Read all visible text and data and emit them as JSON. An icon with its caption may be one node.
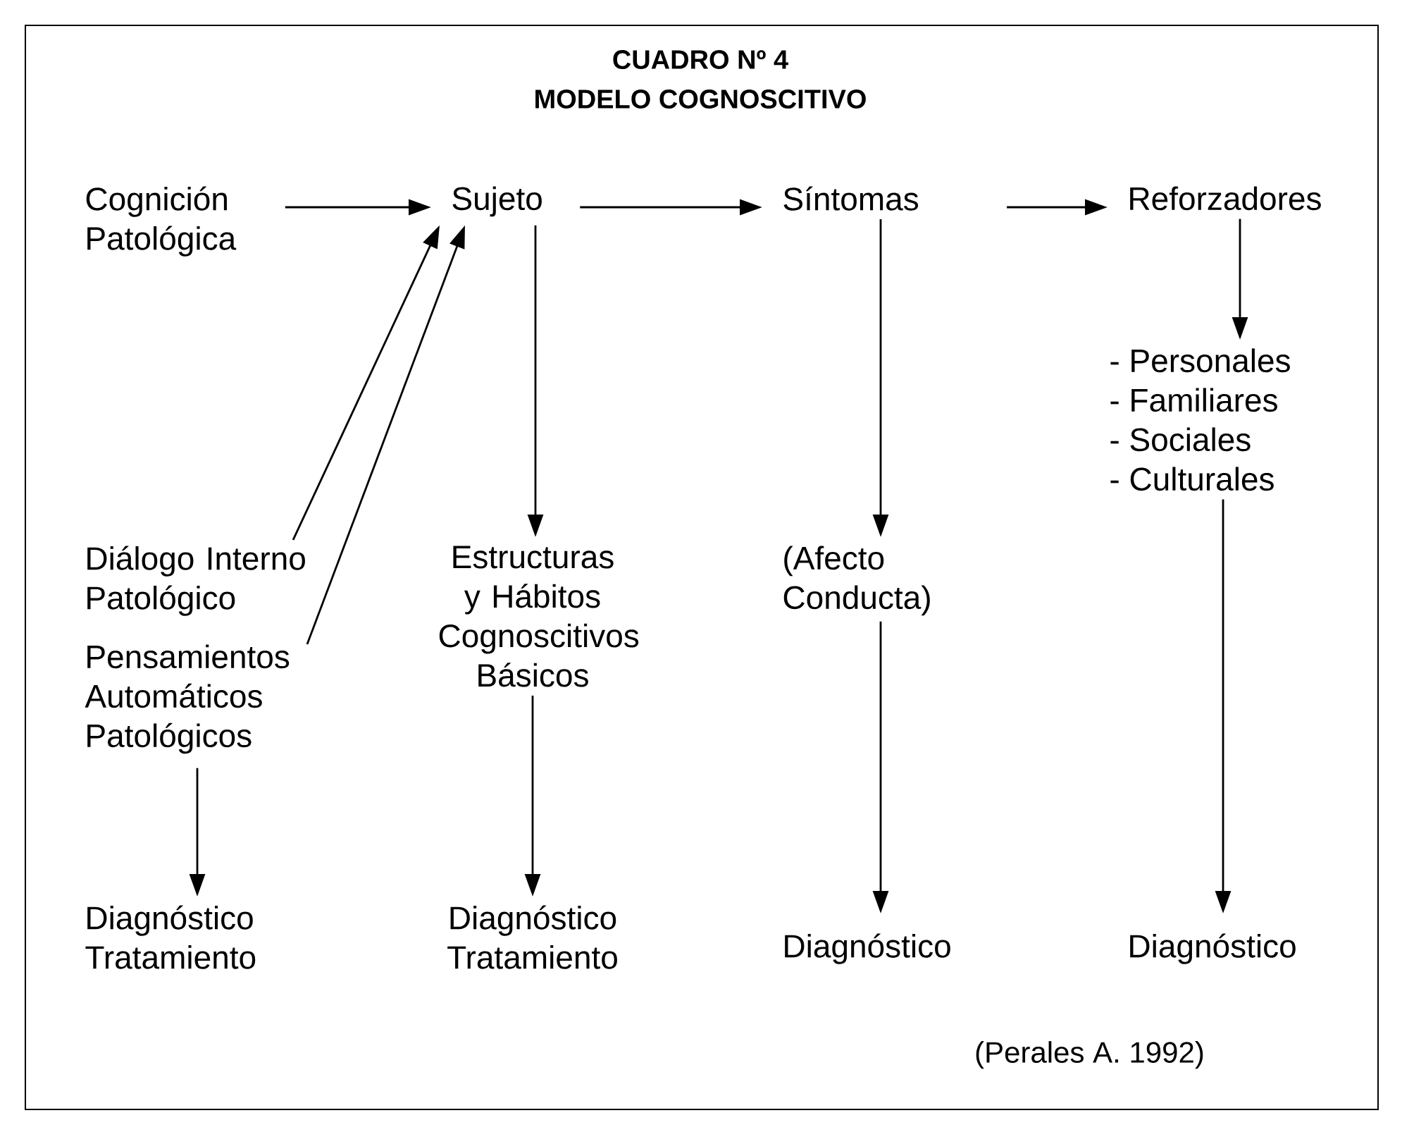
{
  "diagram": {
    "title": "CUADRO Nº 4",
    "nodes": [
      {
        "text": [
          "Cognición Patológica"
        ]
      },
      {
        "text": [
          "Sujeto"
        ]
      },
      {
        "text": [
          "Síntomas"
        ]
      },
      {
        "text": [
          "Reforzadores"
        ]
      },
      {
        "text": [
          "- Personales",
          "- Familiares",
          "- Sociales",
          "- Culturales"
        ]
      },
      {
        "text": [
          "Diálogo Interno Patológico"
        ]
      },
      {
        "text": [
          "Estructuras y Hábitos Cognoscitivos Básicos"
        ]
      },
      {
        "text": [
          "(Afecto Conducta)"
        ]
      },
      {
        "text": [
          "Pensamientos Automáticos Patológicos"
        ]
      },
      {
        "text": [
          "Diagnóstico Tratamiento"
        ]
      },
      {
        "text": [
          "Diagnóstico Tratamiento"
        ]
      },
      {
        "text": [
          "Diagnóstico"
        ]
      },
      {
        "text": [
          "Diagnóstico"
        ]
      }
    ],
    "edges": [
      {
        "from": 0,
        "to": 1,
        "arrow": "to"
      },
      {
        "from": 1,
        "to": 2,
        "arrow": "to"
      },
      {
        "from": 2,
        "to": 3,
        "arrow": "to"
      },
      {
        "from": 5,
        "to": 1,
        "arrow": "to"
      },
      {
        "from": 8,
        "to": 1,
        "arrow": "to"
      },
      {
        "from": 1,
        "to": 6,
        "arrow": "to"
      },
      {
        "from": 2,
        "to": 7,
        "arrow": "to"
      },
      {
        "from": 3,
        "to": 4,
        "arrow": "to"
      },
      {
        "from": 4,
        "to": 12,
        "arrow": "to"
      },
      {
        "from": 8,
        "to": 9,
        "arrow": "to"
      },
      {
        "from": 6,
        "to": 10,
        "arrow": "to"
      },
      {
        "from": 7,
        "to": 11,
        "arrow": "to"
      }
    ],
    "labels": [
      "MODELO COGNOSCITIVO",
      "(Perales A. 1992)"
    ]
  }
}
